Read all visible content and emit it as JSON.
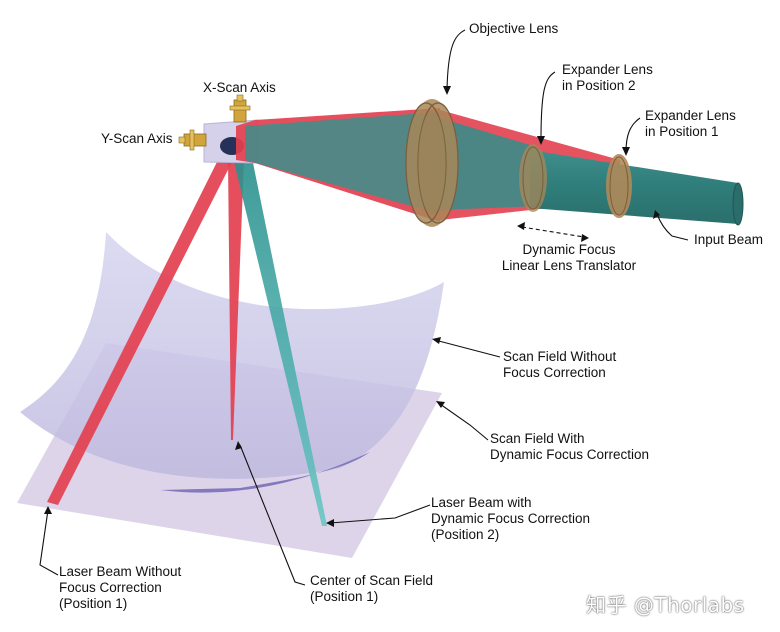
{
  "labels": {
    "objective_lens": "Objective Lens",
    "expander_pos2": [
      "Expander Lens",
      "in Position 2"
    ],
    "expander_pos1": [
      "Expander Lens",
      "in Position 1"
    ],
    "x_scan_axis": "X-Scan Axis",
    "y_scan_axis": "Y-Scan Axis",
    "input_beam": "Input Beam",
    "dynamic_focus": [
      "Dynamic Focus",
      "Linear Lens Translator"
    ],
    "scan_field_without": [
      "Scan Field Without",
      "Focus Correction"
    ],
    "scan_field_with": [
      "Scan Field With",
      "Dynamic Focus Correction"
    ],
    "laser_beam_with": [
      "Laser Beam with",
      "Dynamic Focus Correction",
      "(Position 2)"
    ],
    "laser_beam_without": [
      "Laser Beam Without",
      "Focus Correction",
      "(Position 1)"
    ],
    "center_scan_field": [
      "Center of Scan Field",
      "(Position 1)"
    ]
  },
  "watermark": "知乎 @Thorlabs",
  "colors": {
    "red_beam": "#e8404f",
    "teal_beam": "#2f9c98",
    "lens": "#b08a5a",
    "scan_field_without": "#c9c7e6",
    "scan_field_with": "#d7cbe4",
    "mirror_block": "#d5d0e8",
    "connector": "#d2a43c"
  }
}
